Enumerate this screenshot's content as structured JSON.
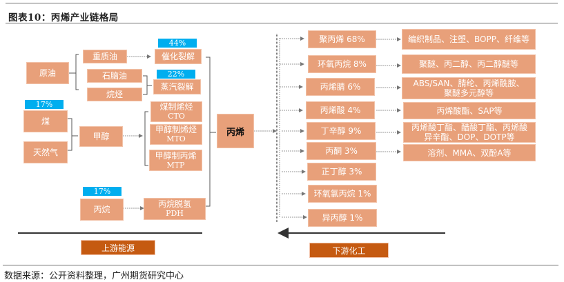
{
  "header": {
    "title": "图表10：丙烯产业链格局"
  },
  "footer": {
    "source": "数据来源：公开资料整理，广州期货研究中心"
  },
  "upstream": {
    "label": "上游能源",
    "sources": {
      "crude_oil": "原油",
      "heavy_oil": "重质油",
      "naphtha": "石脑油",
      "alkane": "烷烃",
      "coal": "煤",
      "natural_gas": "天然气",
      "methanol": "甲醇",
      "propane": "丙烷"
    },
    "processes": {
      "fcc": {
        "label": "催化裂解",
        "share": "44%"
      },
      "steam": {
        "label": "蒸汽裂解",
        "share": "22%"
      },
      "cto": {
        "label": "煤制烯烃",
        "code": "CTO"
      },
      "mto": {
        "label": "甲醇制烯烃",
        "code": "MTO"
      },
      "mtp": {
        "label": "甲醇制丙烯",
        "code": "MTP"
      },
      "pdh": {
        "label": "丙烷脱氢",
        "code": "PDH",
        "share": "17%"
      }
    },
    "coal_share": "17%"
  },
  "center": {
    "label": "丙烯"
  },
  "downstream": {
    "label": "下游化工",
    "products": [
      {
        "label": "聚丙烯  68%",
        "use": "编织制品、注塑、BOPP、纤维等"
      },
      {
        "label": "环氧丙烷   8%",
        "use": "聚醚、丙二醇、丙二醇醚等"
      },
      {
        "label": "丙烯腈   6%",
        "use": "ABS/SAN、腈纶、丙烯酰胺、聚醚多元醇等"
      },
      {
        "label": "丙烯酸  4%",
        "use": "丙烯酸酯、SAP等"
      },
      {
        "label": "丁辛醇  9%",
        "use": "丙烯酸丁酯、醋酸丁酯、丙烯酸异辛酯、DOP、DOTP等"
      },
      {
        "label": "丙酮  3%",
        "use": "溶剂、MMA、双酚A等"
      },
      {
        "label": "正丁醇  3%",
        "use": ""
      },
      {
        "label": "环氧氯丙烷  1%",
        "use": ""
      },
      {
        "label": "异丙醇 1%",
        "use": ""
      }
    ]
  }
}
